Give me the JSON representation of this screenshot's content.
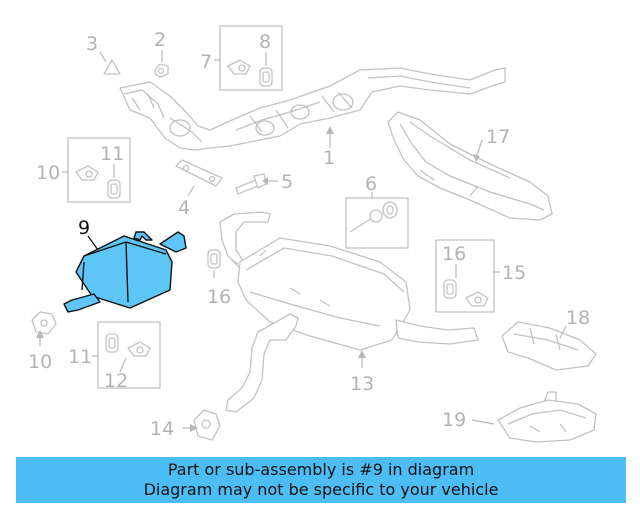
{
  "diagram": {
    "highlight_color": "#5ec6f7",
    "labels": {
      "n1": "1",
      "n2": "2",
      "n3": "3",
      "n4": "4",
      "n5": "5",
      "n6": "6",
      "n7": "7",
      "n8": "8",
      "n9": "9",
      "n10a": "10",
      "n10b": "10",
      "n11a": "11",
      "n11b": "11",
      "n12": "12",
      "n13": "13",
      "n14": "14",
      "n15": "15",
      "n16a": "16",
      "n16b": "16",
      "n17": "17",
      "n18": "18",
      "n19": "19"
    }
  },
  "banner": {
    "line1": "Part or sub-assembly is #9 in diagram",
    "line2": "Diagram may not be specific to your vehicle",
    "background": "#4dbdf5"
  }
}
